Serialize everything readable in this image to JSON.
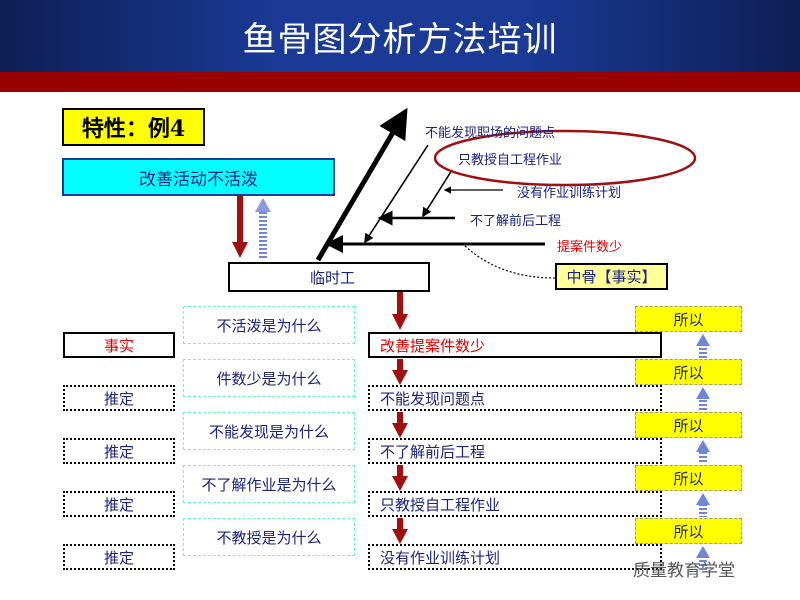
{
  "title": "鱼骨图分析方法培训",
  "characteristic_label": "特性：例4",
  "problem": "改善活动不活泼",
  "head_cause": "临时工",
  "fishbone": {
    "bone1": "不能发现职场的问题点",
    "bone2": "只教授自工程作业",
    "bone3": "没有作业训练计划",
    "bone4": "不了解前后工程",
    "bone5": "提案件数少",
    "middle_bone_note": "中骨【事实】"
  },
  "why_questions": [
    "不活泼是为什么",
    "件数少是为什么",
    "不能发现是为什么",
    "不了解作业是为什么",
    "不教授是为什么"
  ],
  "rows": [
    {
      "type": "事实",
      "answer": "改善提案件数少"
    },
    {
      "type": "推定",
      "answer": "不能发现问题点"
    },
    {
      "type": "推定",
      "answer": "不了解前后工程"
    },
    {
      "type": "推定",
      "answer": "只教授自工程作业"
    },
    {
      "type": "推定",
      "answer": "没有作业训练计划"
    }
  ],
  "therefore": [
    "所以",
    "所以",
    "所以",
    "所以",
    "所以"
  ],
  "watermark": "质量教育学堂",
  "colors": {
    "header": "#1a3a96",
    "red_bar": "#990000",
    "cyan": "#00ffff",
    "yellow": "#ffff00",
    "dark_red": "#aa1111"
  }
}
